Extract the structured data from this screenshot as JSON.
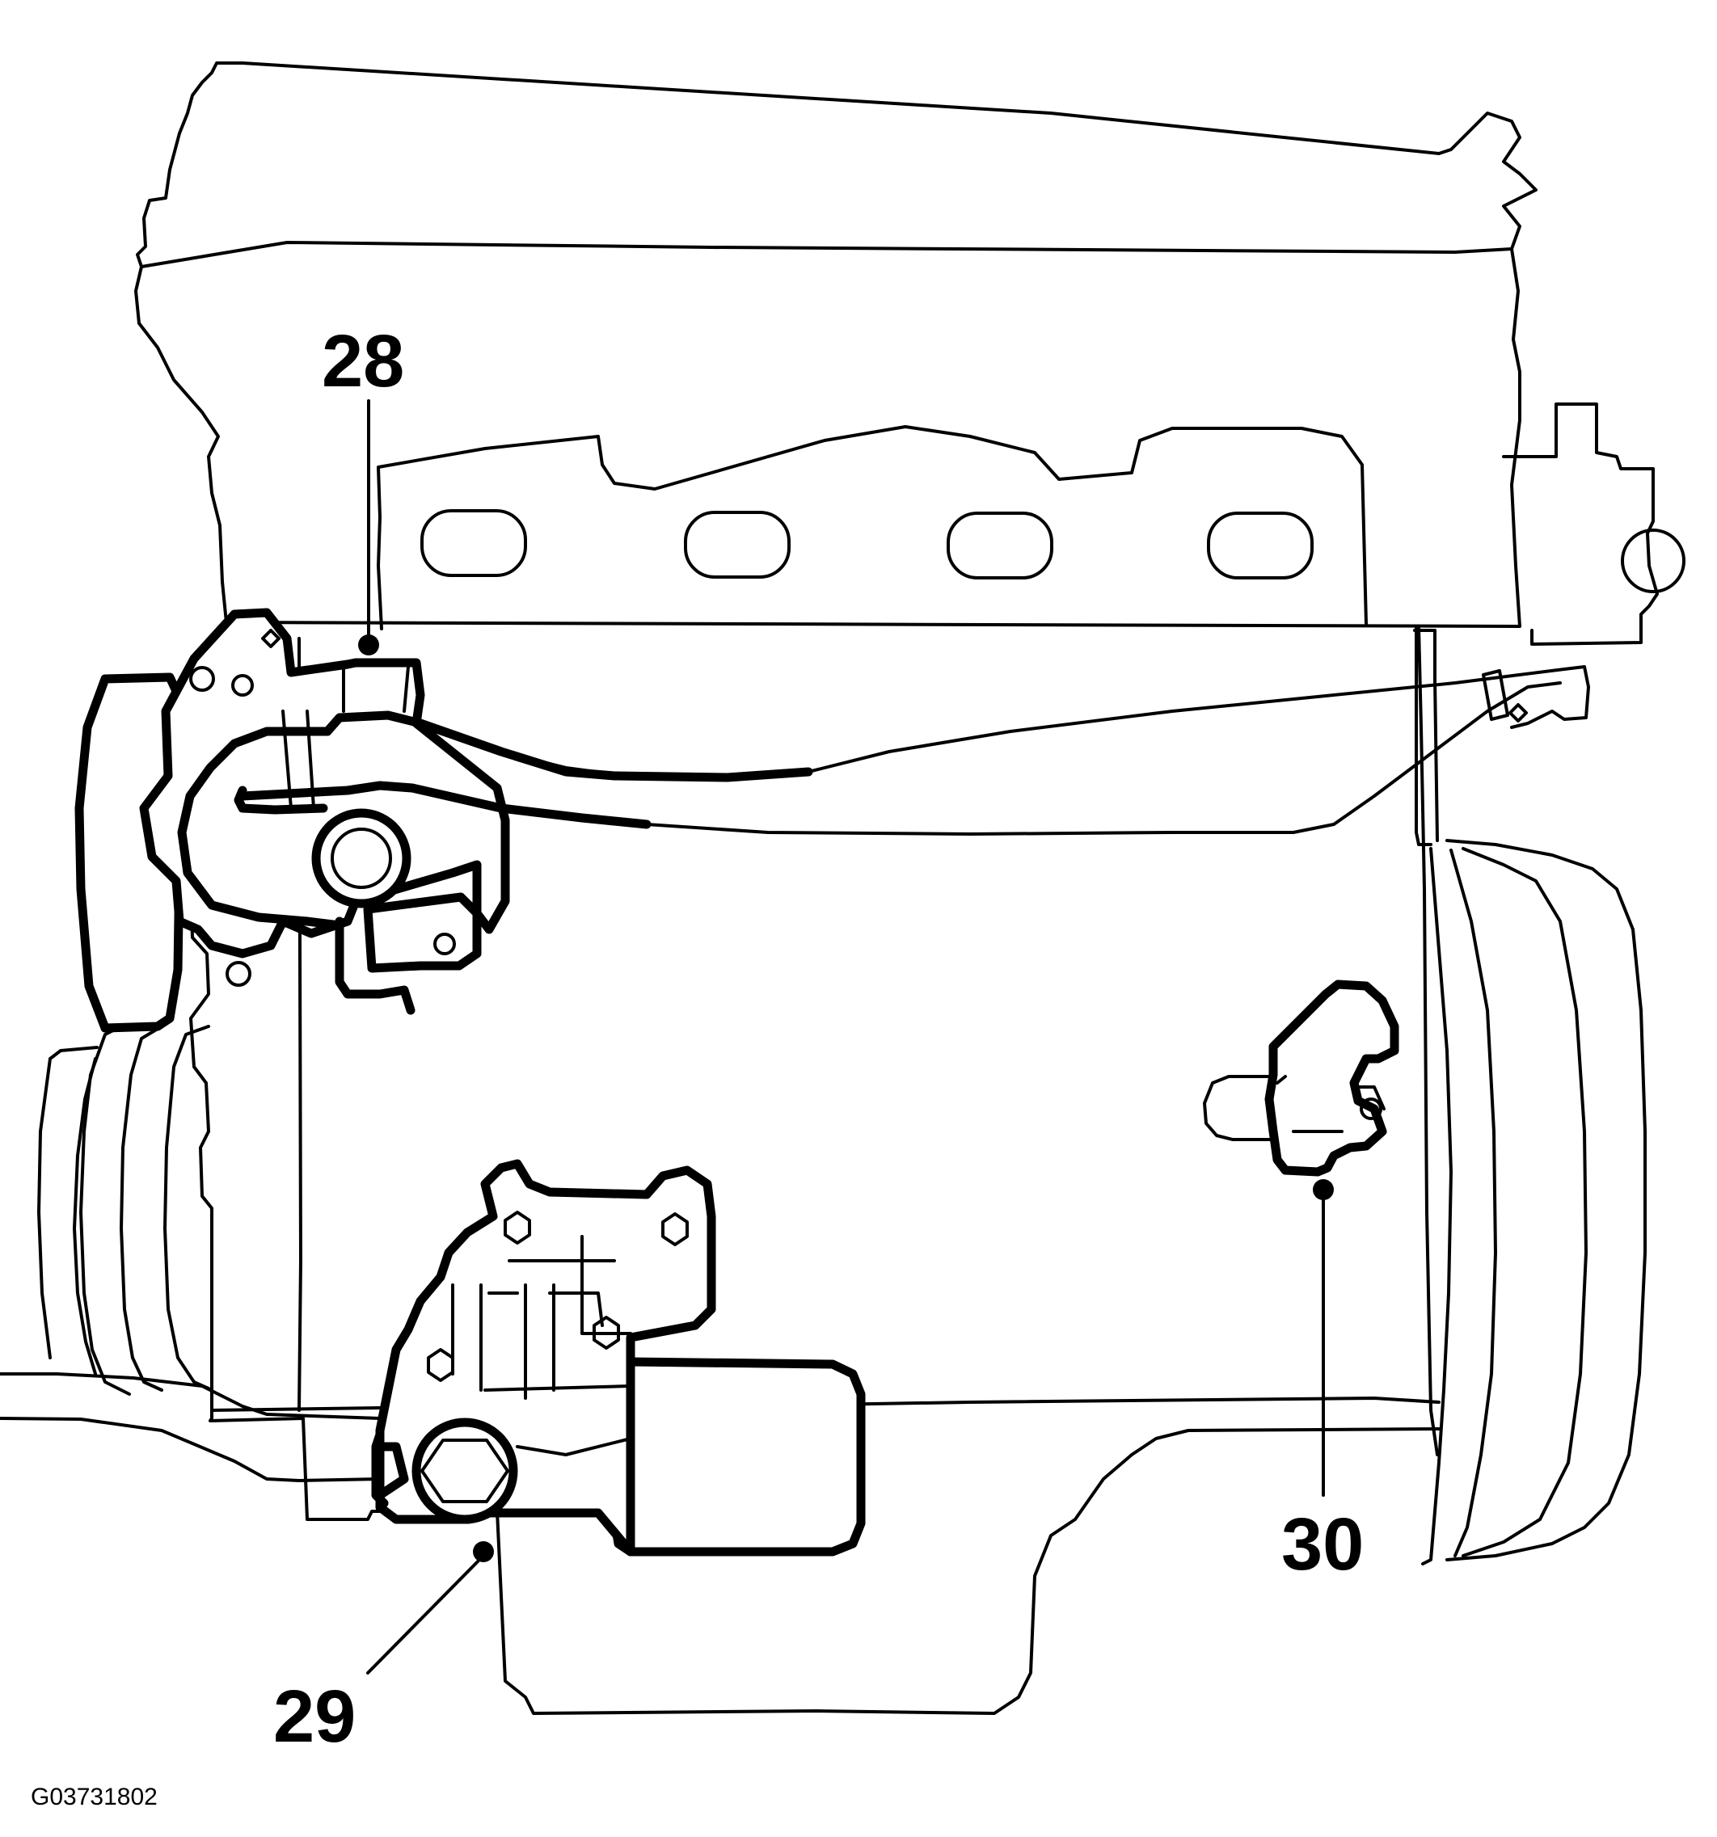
{
  "callouts": [
    {
      "id": "28",
      "label": "28"
    },
    {
      "id": "29",
      "label": "29"
    },
    {
      "id": "30",
      "label": "30"
    }
  ],
  "figure_code": "G03731802"
}
